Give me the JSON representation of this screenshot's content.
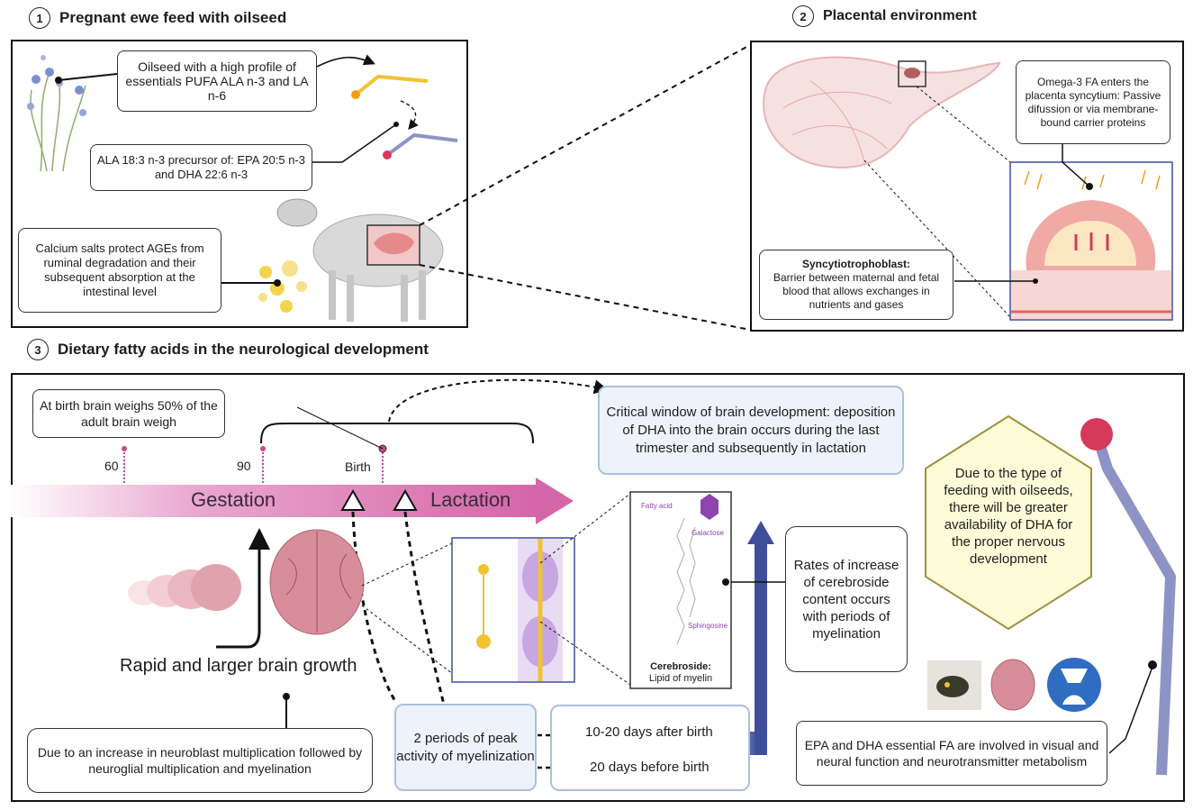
{
  "section1": {
    "number": "1",
    "title": "Pregnant ewe feed with oilseed"
  },
  "section2": {
    "number": "2",
    "title": "Placental environment"
  },
  "section3": {
    "number": "3",
    "title": "Dietary fatty acids in the neurological development"
  },
  "panel1": {
    "oilseed_callout": "Oilseed with a high profile of essentials PUFA ALA n-3 and LA n-6",
    "ala_callout": "ALA 18:3 n-3 precursor of: EPA 20:5 n-3 and DHA 22:6 n-3",
    "calcium_callout": "Calcium salts protect AGEs from ruminal degradation and their subsequent absorption at the intestinal level"
  },
  "panel2": {
    "omega_callout": "Omega-3 FA enters the placenta syncytium: Passive difussion or via membrane-bound carrier proteins",
    "syncytio_title": "Syncytiotrophoblast:",
    "syncytio_text": "Barrier between maternal and fetal blood that allows exchanges in nutrients and gases"
  },
  "panel3": {
    "birth_weight": "At birth brain weighs 50% of the adult brain weigh",
    "tick_60": "60",
    "tick_90": "90",
    "tick_birth": "Birth",
    "gestation": "Gestation",
    "lactation": "Lactation",
    "critical_window": "Critical window of brain development: deposition of DHA into the brain occurs during the last trimester and subsequently in lactation",
    "rapid_growth": "Rapid and larger brain growth",
    "neuroblast": "Due to an increase in neuroblast multiplication followed by neuroglial multiplication and myelination",
    "peak_periods": "2 periods of peak activity of myelinization",
    "after_birth": "10-20 days after birth",
    "before_birth": "20 days before birth",
    "cerebroside_title": "Cerebroside:",
    "cerebroside_sub": "Lipid of myelin",
    "fatty_acid_label": "Fatty acid",
    "galactose_label": "Galactose",
    "sphingosine_label": "Sphingosine",
    "rates": "Rates of increase of cerebroside content occurs with periods of myelination",
    "hexagon": "Due to the type of feeding with oilseeds, there will be greater availability of DHA for the proper nervous development",
    "epa_dha": "EPA and DHA essential FA are involved in visual and neural function and neurotransmitter metabolism"
  },
  "colors": {
    "arrow_pink": "#d566a8",
    "dha_red": "#d63a5a",
    "dha_chain": "#8e93c6",
    "ala_chain": "#f1c232",
    "ala_head": "#f39c12",
    "hexagon_fill": "#fdfbd8",
    "hexagon_border": "#a08f3a",
    "blue_arrow": "#3f4e9b"
  }
}
